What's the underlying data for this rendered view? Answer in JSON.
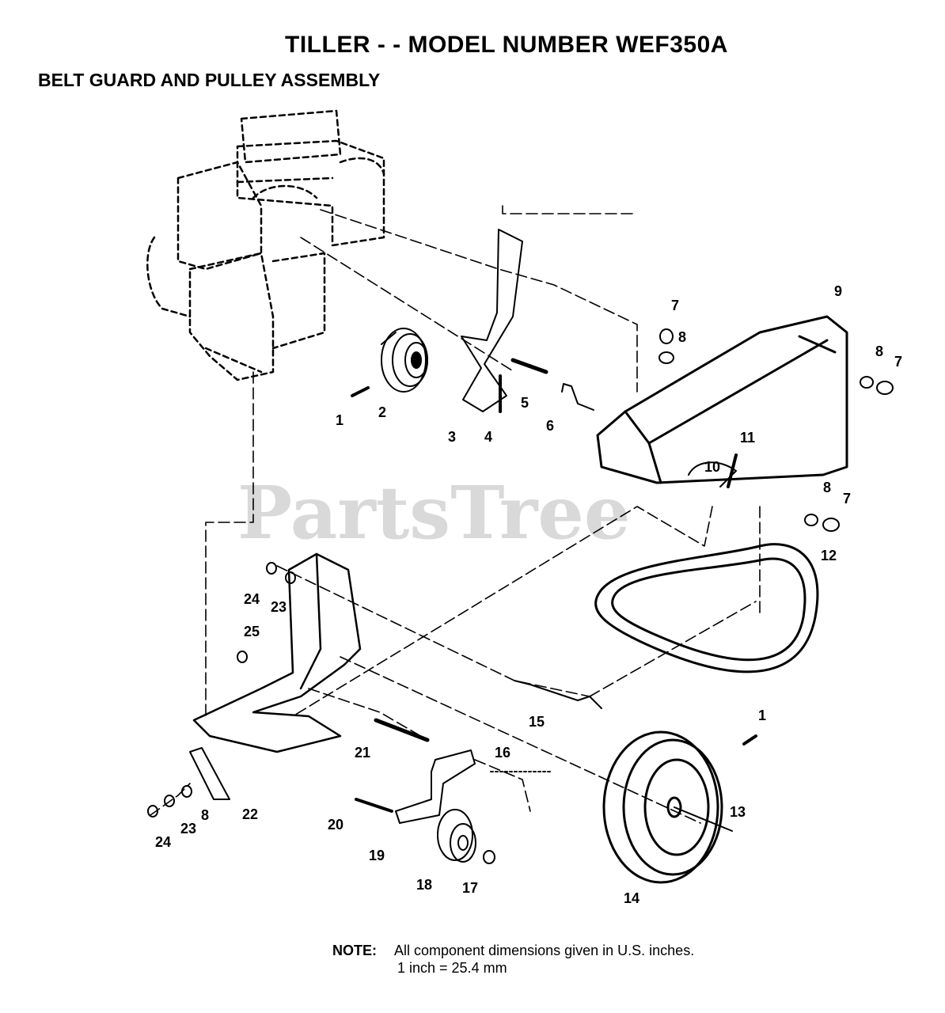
{
  "title": "TILLER - - MODEL NUMBER WEF350A",
  "subtitle": "BELT GUARD AND PULLEY ASSEMBLY",
  "watermark": "PartsTree",
  "callouts": [
    {
      "id": "c1a",
      "label": "1"
    },
    {
      "id": "c2",
      "label": "2"
    },
    {
      "id": "c3",
      "label": "3"
    },
    {
      "id": "c4",
      "label": "4"
    },
    {
      "id": "c5",
      "label": "5"
    },
    {
      "id": "c6",
      "label": "6"
    },
    {
      "id": "c7a",
      "label": "7"
    },
    {
      "id": "c8a",
      "label": "8"
    },
    {
      "id": "c9",
      "label": "9"
    },
    {
      "id": "c8b",
      "label": "8"
    },
    {
      "id": "c7b",
      "label": "7"
    },
    {
      "id": "c11",
      "label": "11"
    },
    {
      "id": "c10",
      "label": "10"
    },
    {
      "id": "c8c",
      "label": "8"
    },
    {
      "id": "c7c",
      "label": "7"
    },
    {
      "id": "c12",
      "label": "12"
    },
    {
      "id": "c24a",
      "label": "24"
    },
    {
      "id": "c23a",
      "label": "23"
    },
    {
      "id": "c25",
      "label": "25"
    },
    {
      "id": "c15",
      "label": "15"
    },
    {
      "id": "c1b",
      "label": "1"
    },
    {
      "id": "c21",
      "label": "21"
    },
    {
      "id": "c16",
      "label": "16"
    },
    {
      "id": "c22",
      "label": "22"
    },
    {
      "id": "c8d",
      "label": "8"
    },
    {
      "id": "c23b",
      "label": "23"
    },
    {
      "id": "c24b",
      "label": "24"
    },
    {
      "id": "c20",
      "label": "20"
    },
    {
      "id": "c19",
      "label": "19"
    },
    {
      "id": "c18",
      "label": "18"
    },
    {
      "id": "c17",
      "label": "17"
    },
    {
      "id": "c13",
      "label": "13"
    },
    {
      "id": "c14",
      "label": "14"
    }
  ],
  "note": {
    "label": "NOTE:",
    "line1": "All component dimensions given in U.S. inches.",
    "line2": "1 inch = 25.4 mm"
  }
}
